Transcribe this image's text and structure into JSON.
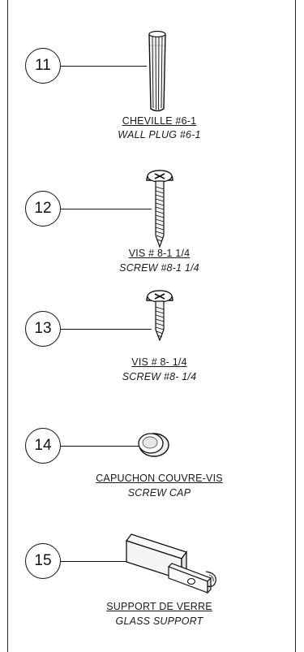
{
  "parts": [
    {
      "number": "11",
      "label_fr": "CHEVILLE #6-1",
      "label_en": "WALL PLUG #6-1",
      "icon": "wall-plug-icon"
    },
    {
      "number": "12",
      "label_fr": "VIS # 8-1 1/4",
      "label_en": "SCREW #8-1 1/4",
      "icon": "long-screw-icon"
    },
    {
      "number": "13",
      "label_fr": "VIS # 8- 1/4",
      "label_en": "SCREW #8- 1/4",
      "icon": "short-screw-icon"
    },
    {
      "number": "14",
      "label_fr": "CAPUCHON COUVRE-VIS",
      "label_en": "SCREW CAP",
      "icon": "screw-cap-icon"
    },
    {
      "number": "15",
      "label_fr": "SUPPORT DE VERRE",
      "label_en": "GLASS SUPPORT",
      "icon": "glass-support-icon"
    }
  ],
  "colors": {
    "line": "#111111",
    "background": "#ffffff"
  }
}
